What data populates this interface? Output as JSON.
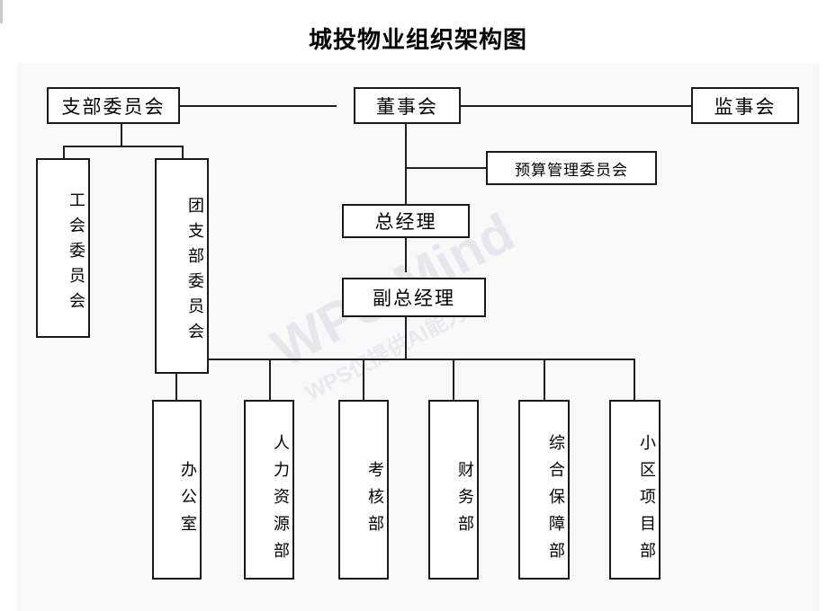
{
  "page": {
    "title": "城投物业组织架构图",
    "background_color": "#ffffff",
    "canvas_color": "#f8f8f8",
    "line_color": "#1f1f1f",
    "box_border_color": "#1a1a1a",
    "box_fill_color": "#ffffff"
  },
  "watermark": {
    "main": "WPS Mind",
    "sub": "WPS仅提供AI能力",
    "color": "#e6e7ee"
  },
  "chart_data": {
    "type": "diagram",
    "title": "城投物业组织架构图",
    "nodes": [
      {
        "id": "party_branch",
        "label": "支部委员会",
        "orientation": "horizontal",
        "level": 0
      },
      {
        "id": "board",
        "label": "董事会",
        "orientation": "horizontal",
        "level": 0
      },
      {
        "id": "supervisors",
        "label": "监事会",
        "orientation": "horizontal",
        "level": 0
      },
      {
        "id": "union",
        "label": "工会委员会",
        "orientation": "vertical",
        "level": 1
      },
      {
        "id": "youth_league",
        "label": "团支部委员会",
        "orientation": "vertical",
        "level": 1
      },
      {
        "id": "budget_cmte",
        "label": "预算管理委员会",
        "orientation": "horizontal",
        "level": 1
      },
      {
        "id": "gm",
        "label": "总经理",
        "orientation": "horizontal",
        "level": 2
      },
      {
        "id": "deputy_gm",
        "label": "副总经理",
        "orientation": "horizontal",
        "level": 3
      },
      {
        "id": "office",
        "label": "办公室",
        "orientation": "vertical",
        "level": 4
      },
      {
        "id": "hr",
        "label": "人力资源部",
        "orientation": "vertical",
        "level": 4
      },
      {
        "id": "assessment",
        "label": "考核部",
        "orientation": "vertical",
        "level": 4
      },
      {
        "id": "finance",
        "label": "财务部",
        "orientation": "vertical",
        "level": 4
      },
      {
        "id": "support",
        "label": "综合保障部",
        "orientation": "vertical",
        "level": 4
      },
      {
        "id": "community",
        "label": "小区项目部",
        "orientation": "vertical",
        "level": 4
      }
    ],
    "edges": [
      {
        "from": "party_branch",
        "to": "board"
      },
      {
        "from": "board",
        "to": "supervisors"
      },
      {
        "from": "party_branch",
        "to": "union"
      },
      {
        "from": "party_branch",
        "to": "youth_league"
      },
      {
        "from": "board",
        "to": "budget_cmte"
      },
      {
        "from": "board",
        "to": "gm"
      },
      {
        "from": "gm",
        "to": "deputy_gm"
      },
      {
        "from": "deputy_gm",
        "to": "office"
      },
      {
        "from": "deputy_gm",
        "to": "hr"
      },
      {
        "from": "deputy_gm",
        "to": "assessment"
      },
      {
        "from": "deputy_gm",
        "to": "finance"
      },
      {
        "from": "deputy_gm",
        "to": "support"
      },
      {
        "from": "deputy_gm",
        "to": "community"
      }
    ]
  },
  "labels": {
    "party_branch": "支部委员会",
    "board": "董事会",
    "supervisors": "监事会",
    "union": "工会委员会",
    "youth_league": "团支部委员会",
    "budget_cmte": "预算管理委员会",
    "gm": "总经理",
    "deputy_gm": "副总经理",
    "office": "办公室",
    "hr": "人力资源部",
    "assessment": "考核部",
    "finance": "财务部",
    "support": "综合保障部",
    "community": "小区项目部"
  }
}
